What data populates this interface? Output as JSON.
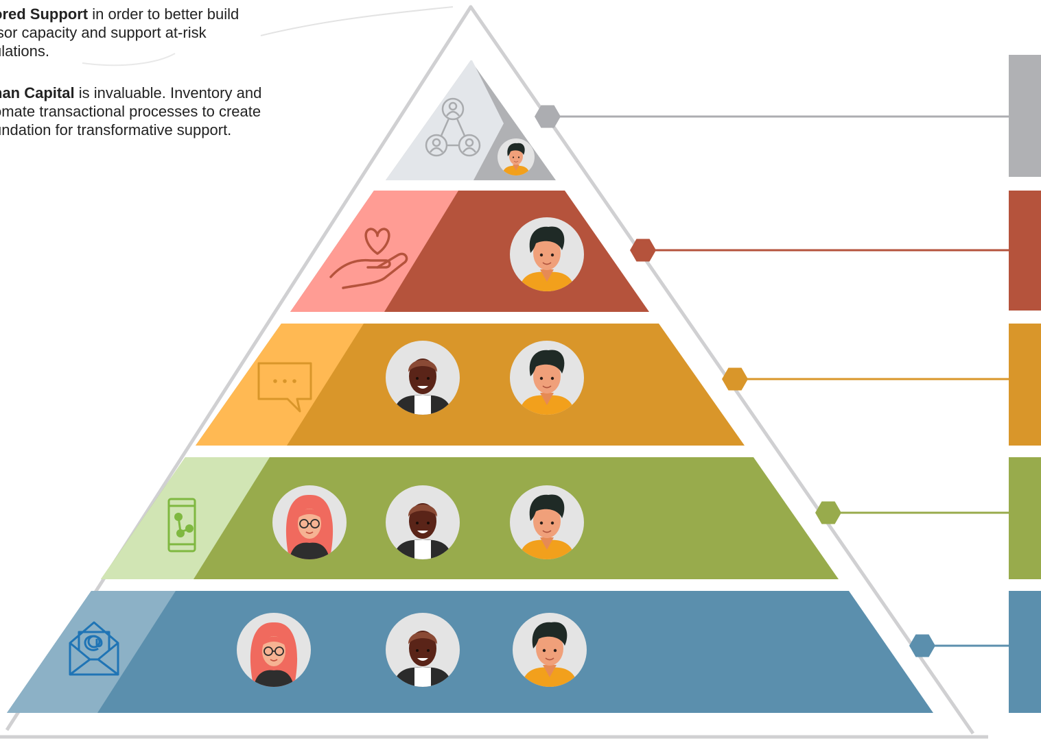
{
  "notes": [
    {
      "lines": [
        {
          "bold": "ored Support",
          "rest": " in order to better build"
        },
        {
          "bold": "",
          "rest": "isor capacity and support at-risk"
        },
        {
          "bold": "",
          "rest": "ulations."
        }
      ]
    },
    {
      "lines": [
        {
          "bold": "nan Capital",
          "rest": " is invaluable. Inventory and"
        },
        {
          "bold": "",
          "rest": "omate transactional processes to create"
        },
        {
          "bold": "",
          "rest": "undation for transformative support."
        }
      ]
    }
  ],
  "colors": {
    "outline": "#d0d0d2",
    "tiers": [
      {
        "main": "#b0b1b4",
        "panel": "#e3e6ea",
        "icon": "#a9abae",
        "connector": "#acadb1"
      },
      {
        "main": "#b5533c",
        "panel": "#ff9c94",
        "icon": "#b5533c",
        "connector": "#b5533c"
      },
      {
        "main": "#d9962a",
        "panel": "#ffb953",
        "icon": "#d9962a",
        "connector": "#d9962a"
      },
      {
        "main": "#98ab4c",
        "panel": "#d1e5b4",
        "icon": "#7fb840",
        "connector": "#98ab4c"
      },
      {
        "main": "#5b8fad",
        "panel": "#8cb1c6",
        "icon": "#1f74b5",
        "connector": "#5b8fad"
      }
    ]
  },
  "tiers": [
    {
      "icon": "network-people-icon",
      "avatars": [
        "man-curly-hair"
      ]
    },
    {
      "icon": "heart-in-hand-icon",
      "avatars": [
        "man-curly-hair"
      ]
    },
    {
      "icon": "chat-bubble-icon",
      "avatars": [
        "man-dark-skin",
        "man-curly-hair"
      ]
    },
    {
      "icon": "mobile-share-icon",
      "avatars": [
        "woman-red-hair",
        "man-dark-skin",
        "man-curly-hair"
      ]
    },
    {
      "icon": "email-at-icon",
      "avatars": [
        "woman-red-hair",
        "man-dark-skin",
        "man-curly-hair"
      ]
    }
  ]
}
